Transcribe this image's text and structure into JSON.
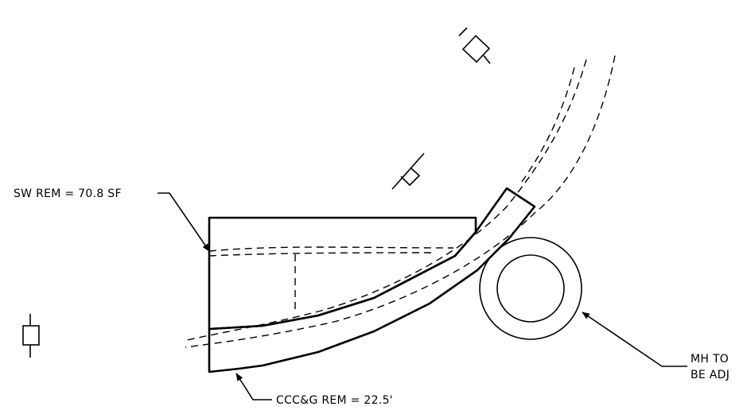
{
  "labels": {
    "sw_rem": "SW REM = 70.8 SF",
    "ccc_rem": "CCC&G REM = 22.5'",
    "mh_line1": "MH TO",
    "mh_line2": "BE ADJ"
  },
  "colors": {
    "ink": "#000000",
    "paper": "#ffffff"
  }
}
